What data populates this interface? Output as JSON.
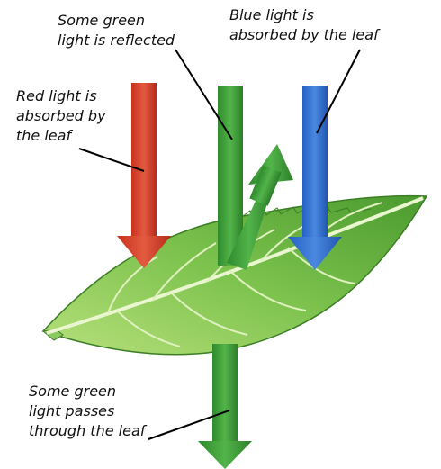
{
  "colors": {
    "red_arrow": "#d9452f",
    "green_arrow": "#3f9e3a",
    "blue_arrow": "#2e6fd0",
    "leaf_light": "#9fd36a",
    "leaf_dark": "#3f8f2a",
    "vein": "#e6f3c8"
  },
  "labels": {
    "green_reflected": {
      "line1": "Some green",
      "line2": "light is reflected"
    },
    "blue_absorbed": {
      "line1": "Blue light is",
      "line2": "absorbed by the leaf"
    },
    "red_absorbed": {
      "line1": "Red light is",
      "line2": "absorbed by",
      "line3": "the leaf"
    },
    "green_transmitted": {
      "line1": "Some green",
      "line2": "light passes",
      "line3": "through the leaf"
    }
  }
}
